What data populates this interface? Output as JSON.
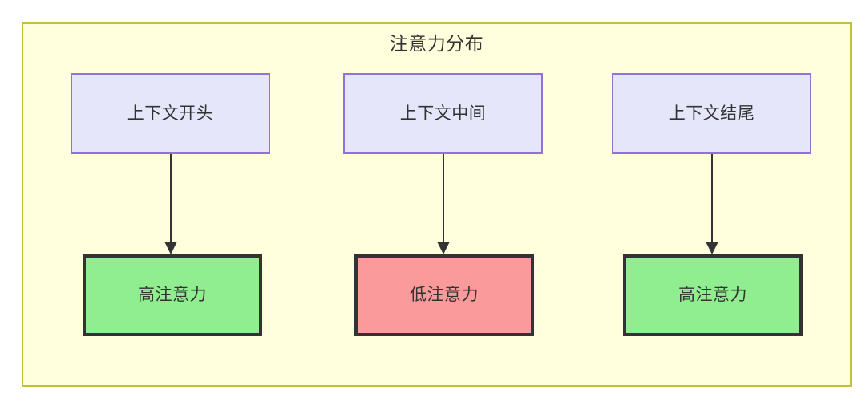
{
  "diagram": {
    "title": "注意力分布",
    "container": {
      "background_color": "#ffffdd",
      "border_color": "#bfbf40"
    },
    "context_nodes": [
      {
        "id": "context-start",
        "label": "上下文开头",
        "fill": "#e6e6fa",
        "border": "#9370db"
      },
      {
        "id": "context-middle",
        "label": "上下文中间",
        "fill": "#e6e6fa",
        "border": "#9370db"
      },
      {
        "id": "context-end",
        "label": "上下文结尾",
        "fill": "#e6e6fa",
        "border": "#9370db"
      }
    ],
    "attention_nodes": [
      {
        "id": "attention-high-start",
        "label": "高注意力",
        "fill": "#90ee90",
        "border": "#333333",
        "level": "high"
      },
      {
        "id": "attention-low-middle",
        "label": "低注意力",
        "fill": "#fa9a9a",
        "border": "#333333",
        "level": "low"
      },
      {
        "id": "attention-high-end",
        "label": "高注意力",
        "fill": "#90ee90",
        "border": "#333333",
        "level": "high"
      }
    ],
    "edges": [
      {
        "from": "context-start",
        "to": "attention-high-start",
        "label": ""
      },
      {
        "from": "context-middle",
        "to": "attention-low-middle",
        "label": ""
      },
      {
        "from": "context-end",
        "to": "attention-high-end",
        "label": ""
      }
    ]
  }
}
